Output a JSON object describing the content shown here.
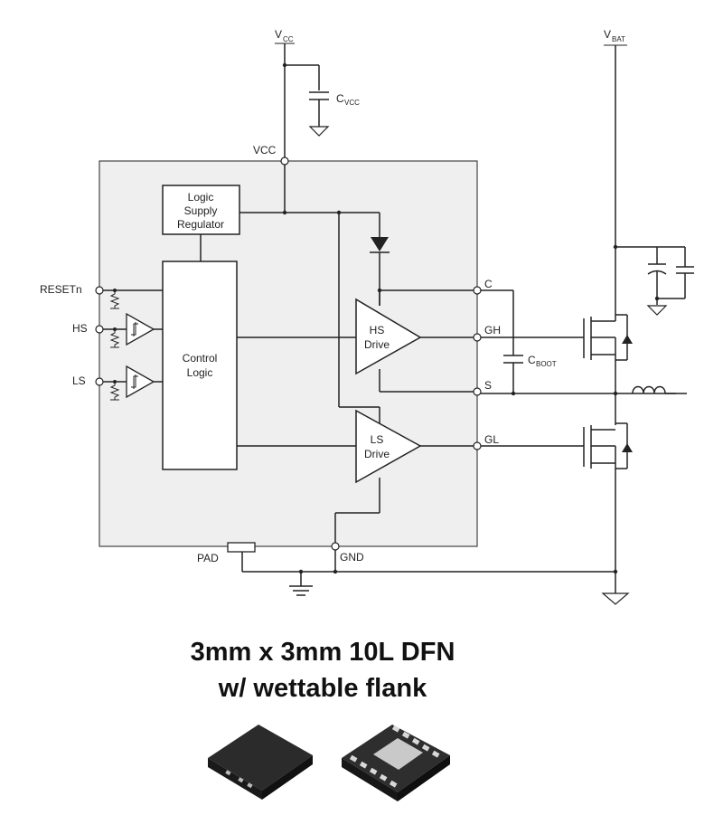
{
  "pins": {
    "vcc_top": "V",
    "vcc_top_sub": "CC",
    "vbat": "V",
    "vbat_sub": "BAT",
    "cvcc": "C",
    "cvcc_sub": "VCC",
    "vcc": "VCC",
    "resetn": "RESETn",
    "hs": "HS",
    "ls": "LS",
    "c": "C",
    "gh": "GH",
    "s": "S",
    "gl": "GL",
    "cboot": "C",
    "cboot_sub": "BOOT",
    "pad": "PAD",
    "gnd": "GND"
  },
  "blocks": {
    "regulator": [
      "Logic",
      "Supply",
      "Regulator"
    ],
    "control": [
      "Control",
      "Logic"
    ],
    "hs_drive": [
      "HS",
      "Drive"
    ],
    "ls_drive": [
      "LS",
      "Drive"
    ]
  },
  "caption": {
    "line1": "3mm x 3mm 10L DFN",
    "line2": "w/ wettable flank"
  },
  "colors": {
    "ic_body": "#efefef",
    "wire": "#222222",
    "package_body": "#2b2b2b",
    "package_pad": "#c9c9c9"
  }
}
